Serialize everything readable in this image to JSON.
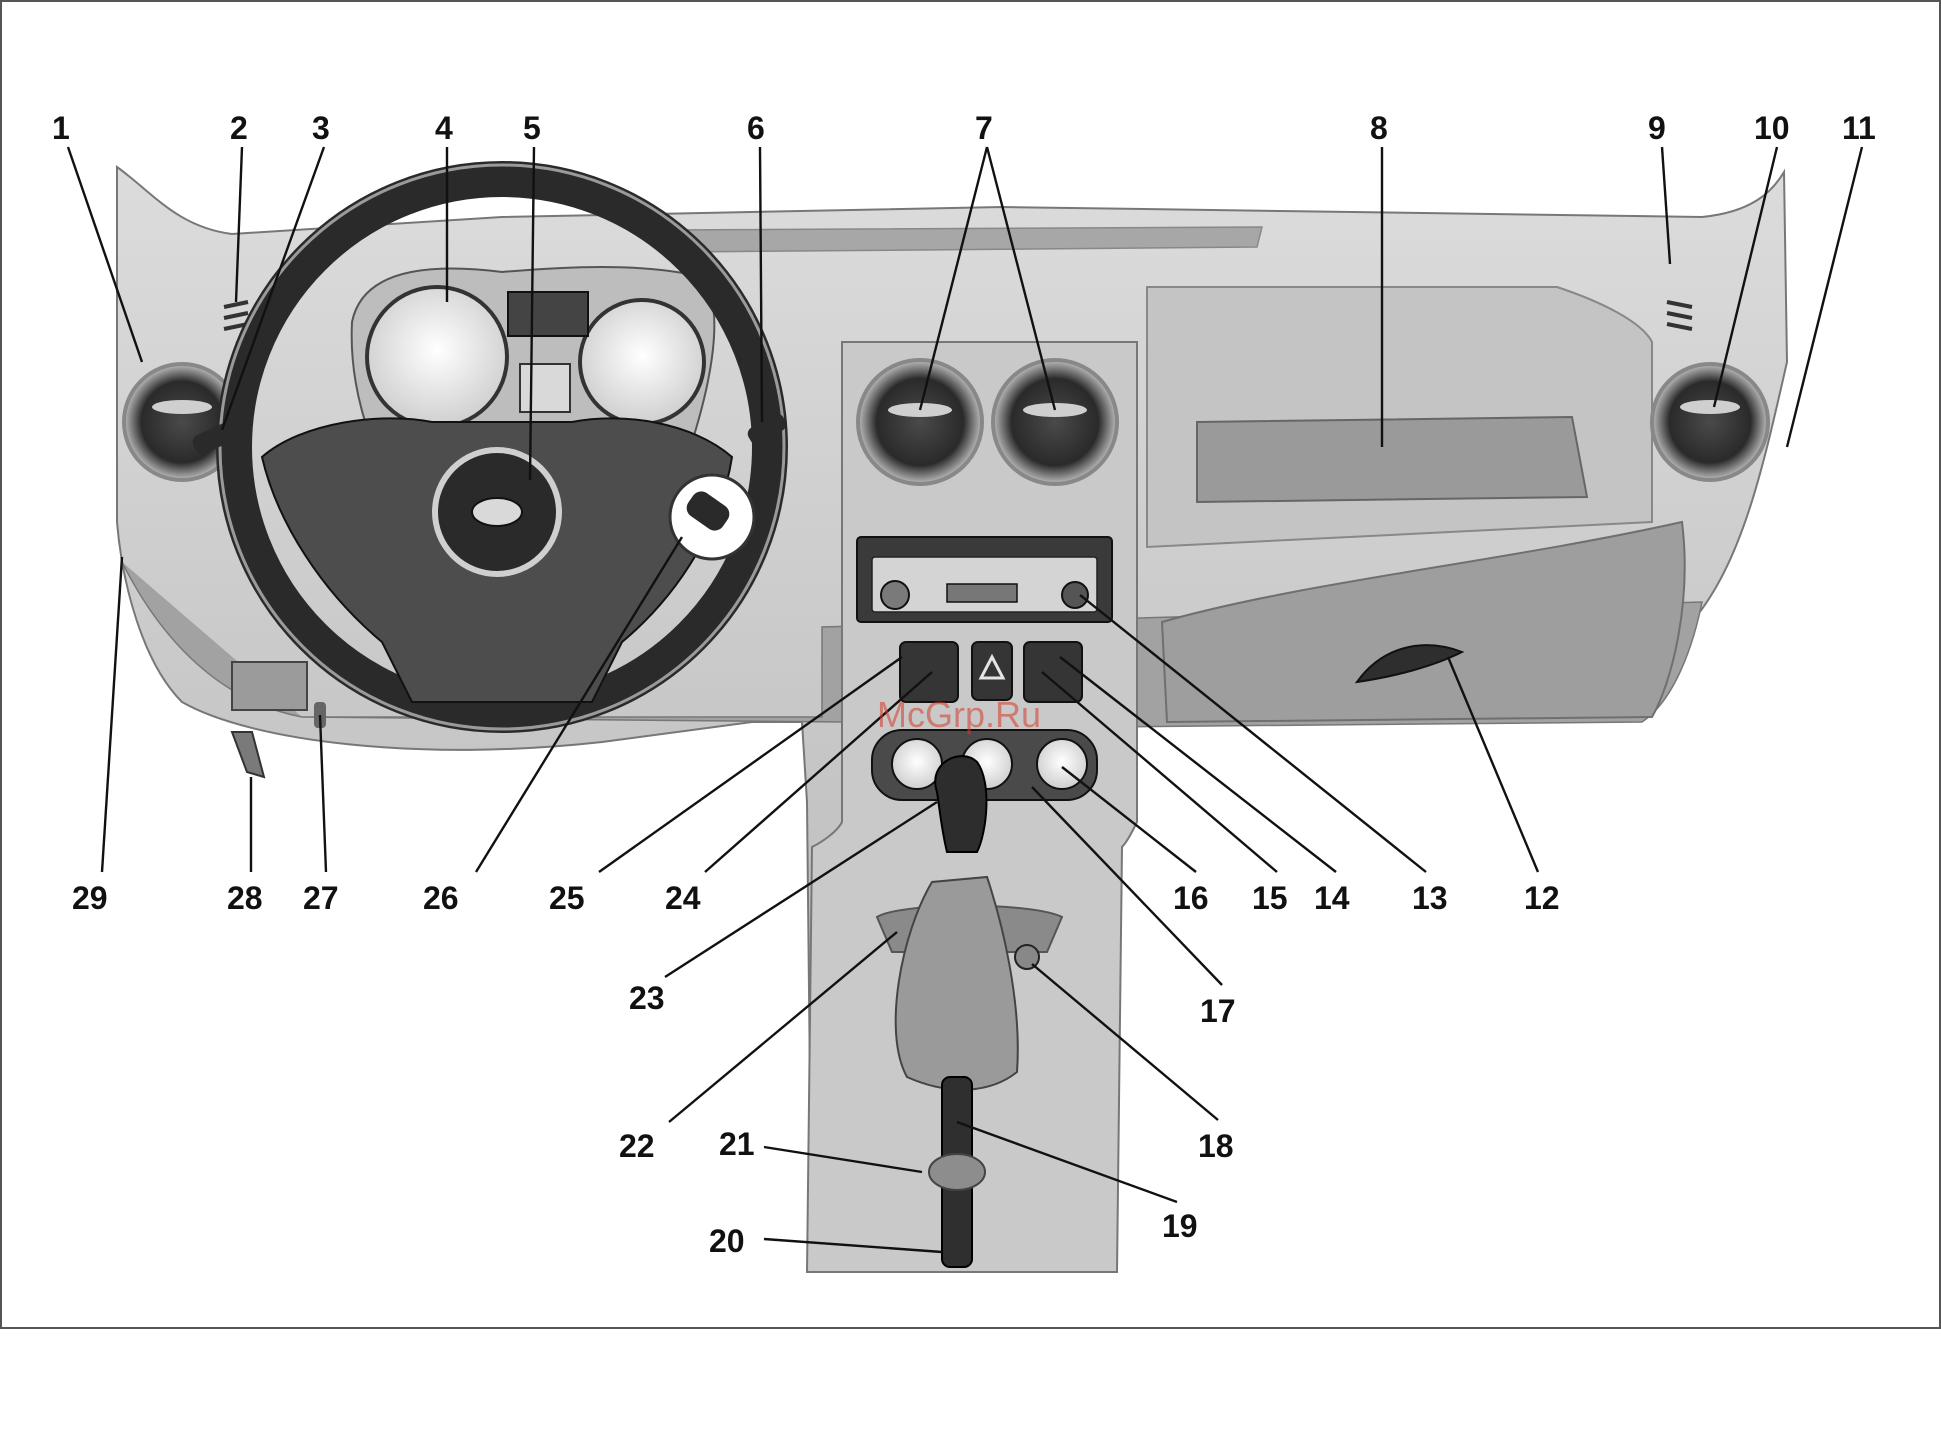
{
  "callouts": [
    "1",
    "2",
    "3",
    "4",
    "5",
    "6",
    "7",
    "8",
    "9",
    "10",
    "11",
    "12",
    "13",
    "14",
    "15",
    "16",
    "17",
    "18",
    "19",
    "20",
    "21",
    "22",
    "23",
    "24",
    "25",
    "26",
    "27",
    "28",
    "29"
  ],
  "watermark": "McGrp.Ru",
  "colors": {
    "dash_light": "#d8d8d8",
    "dash_mid": "#b9b9b9",
    "dash_dark": "#8e8e8e",
    "trim_black": "#2b2b2b",
    "gauge_face": "#efefef",
    "watermark": "#d43a2a"
  },
  "icons": [
    "lada-logo-icon",
    "hazard-triangle-icon"
  ]
}
